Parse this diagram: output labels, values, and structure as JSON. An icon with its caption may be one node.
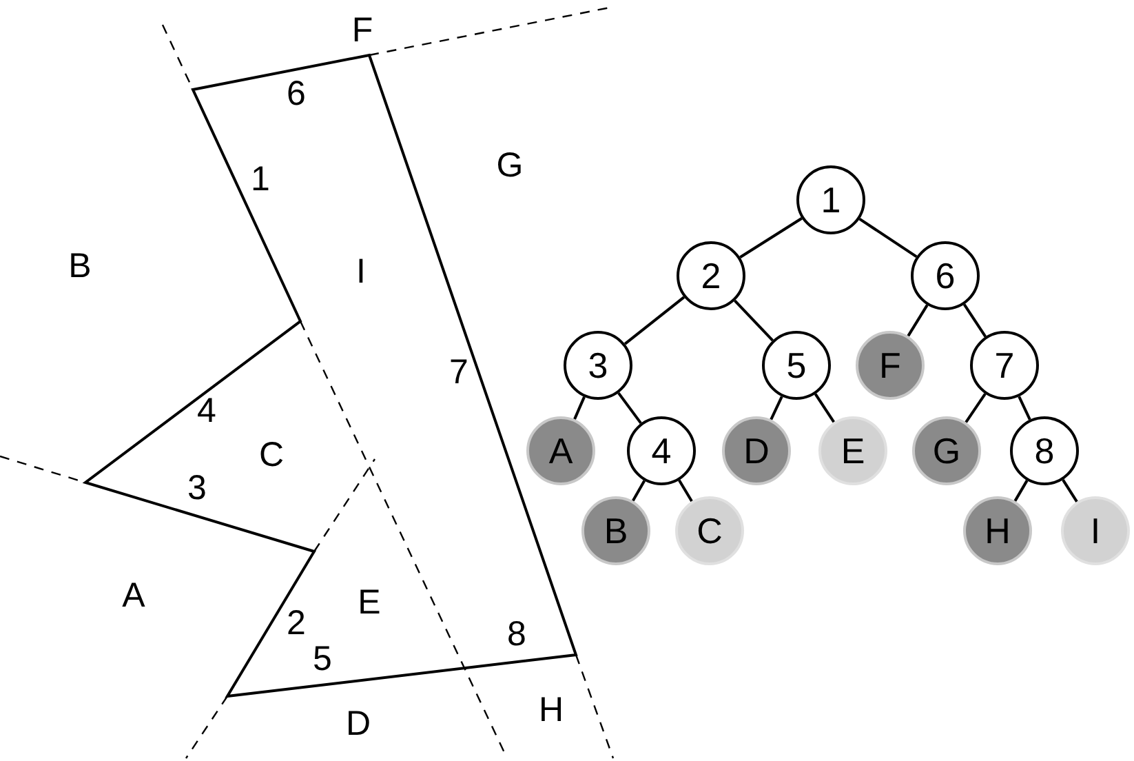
{
  "diagram": {
    "nodes": [
      {
        "text": [
          "1"
        ]
      },
      {
        "text": [
          "2"
        ]
      },
      {
        "text": [
          "6"
        ]
      },
      {
        "text": [
          "3"
        ]
      },
      {
        "text": [
          "5"
        ]
      },
      {
        "text": [
          "F"
        ]
      },
      {
        "text": [
          "7"
        ]
      },
      {
        "text": [
          "A"
        ]
      },
      {
        "text": [
          "4"
        ]
      },
      {
        "text": [
          "D"
        ]
      },
      {
        "text": [
          "E"
        ]
      },
      {
        "text": [
          "G"
        ]
      },
      {
        "text": [
          "8"
        ]
      },
      {
        "text": [
          "B"
        ]
      },
      {
        "text": [
          "C"
        ]
      },
      {
        "text": [
          "H"
        ]
      },
      {
        "text": [
          "I"
        ]
      }
    ],
    "edges": [
      {
        "from": 0,
        "to": 1,
        "arrow": "none"
      },
      {
        "from": 0,
        "to": 2,
        "arrow": "none"
      },
      {
        "from": 1,
        "to": 3,
        "arrow": "none"
      },
      {
        "from": 1,
        "to": 4,
        "arrow": "none"
      },
      {
        "from": 2,
        "to": 5,
        "arrow": "none"
      },
      {
        "from": 2,
        "to": 6,
        "arrow": "none"
      },
      {
        "from": 3,
        "to": 7,
        "arrow": "none"
      },
      {
        "from": 3,
        "to": 8,
        "arrow": "none"
      },
      {
        "from": 4,
        "to": 9,
        "arrow": "none"
      },
      {
        "from": 4,
        "to": 10,
        "arrow": "none"
      },
      {
        "from": 6,
        "to": 11,
        "arrow": "none"
      },
      {
        "from": 6,
        "to": 12,
        "arrow": "none"
      },
      {
        "from": 8,
        "to": 13,
        "arrow": "none"
      },
      {
        "from": 8,
        "to": 14,
        "arrow": "none"
      },
      {
        "from": 12,
        "to": 15,
        "arrow": "none"
      },
      {
        "from": 12,
        "to": 16,
        "arrow": "none"
      }
    ],
    "labels": [
      "F",
      "6",
      "G",
      "1",
      "B",
      "I",
      "7",
      "4",
      "C",
      "3",
      "A",
      "E",
      "2",
      "8",
      "5",
      "H",
      "D"
    ]
  }
}
